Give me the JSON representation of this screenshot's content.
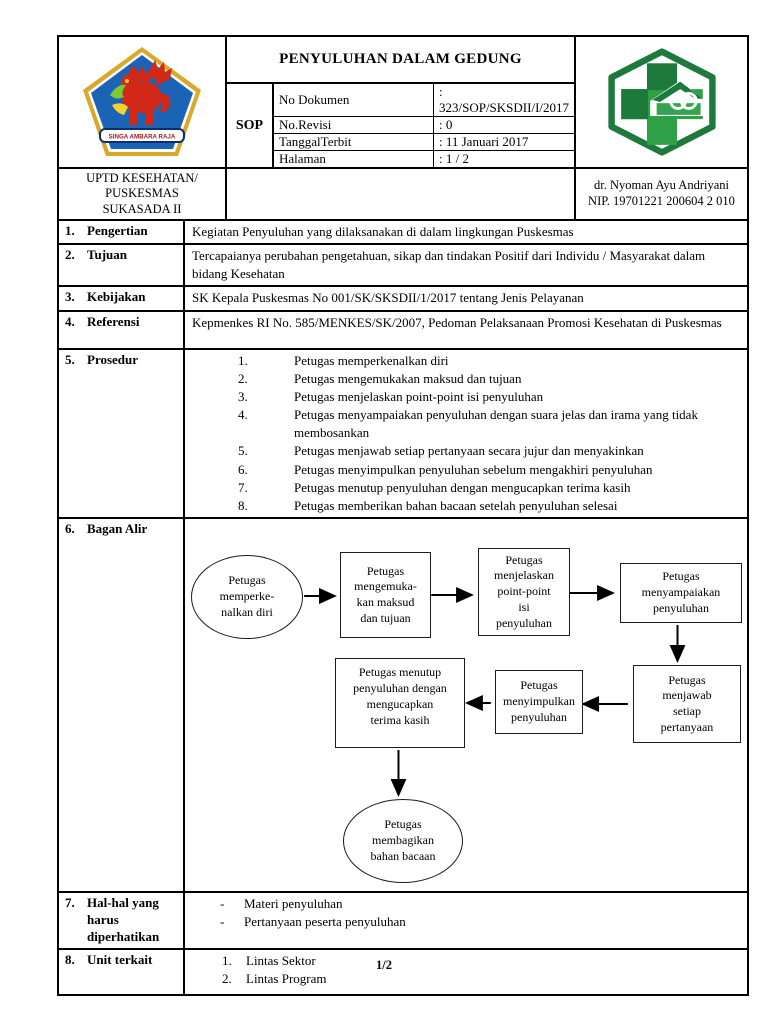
{
  "header": {
    "title": "PENYULUHAN DALAM GEDUNG",
    "sop_label": "SOP",
    "meta": [
      {
        "label": "No Dokumen",
        "value": ": 323/SOP/SKSDII/I/2017"
      },
      {
        "label": "No.Revisi",
        "value": ": 0"
      },
      {
        "label": "TanggalTerbit",
        "value": ": 11 Januari 2017"
      },
      {
        "label": "Halaman",
        "value": ": 1 / 2"
      }
    ],
    "organization": "UPTD KESEHATAN/\nPUSKESMAS\nSUKASADA II",
    "head_name": "dr. Nyoman Ayu Andriyani",
    "head_nip": "NIP. 19701221 200604 2 010",
    "left_logo_name": "singa-ambara-raja-regency-emblem",
    "left_logo_banner_text": "SINGA AMBARA RAJA",
    "right_logo_name": "puskesmas-health-logo"
  },
  "sections": [
    {
      "num": "1.",
      "label": "Pengertian",
      "text": "Kegiatan Penyuluhan yang dilaksanakan di dalam  lingkungan Puskesmas"
    },
    {
      "num": "2.",
      "label": "Tujuan",
      "text": "Tercapaianya  perubahan  pengetahuan, sikap dan tindakan Positif dari  Individu / Masyarakat dalam  bidang Kesehatan"
    },
    {
      "num": "3.",
      "label": "Kebijakan",
      "text": "SK Kepala Puskesmas No 001/SK/SKSDII/1/2017 tentang Jenis Pelayanan"
    },
    {
      "num": "4.",
      "label": "Referensi",
      "text": "Kepmenkes  RI No. 585/MENKES/SK/2007, Pedoman Pelaksanaan Promosi Kesehatan di Puskesmas"
    },
    {
      "num": "5.",
      "label": "Prosedur",
      "steps": [
        {
          "n": "1.",
          "t": "Petugas memperkenalkan diri"
        },
        {
          "n": "2.",
          "t": "Petugas mengemukakan maksud dan tujuan"
        },
        {
          "n": "3.",
          "t": "Petugas menjelaskan point-point isi penyuluhan"
        },
        {
          "n": "4.",
          "t": "Petugas menyampaiakan penyuluhan dengan suara jelas dan irama yang tidak membosankan"
        },
        {
          "n": "5.",
          "t": "Petugas menjawab setiap pertanyaan secara jujur dan menyakinkan"
        },
        {
          "n": "6.",
          "t": "Petugas menyimpulkan penyuluhan sebelum mengakhiri penyuluhan"
        },
        {
          "n": "7.",
          "t": "Petugas menutup penyuluhan dengan mengucapkan terima kasih"
        },
        {
          "n": "8.",
          "t": "Petugas memberikan bahan bacaan setelah penyuluhan selesai"
        }
      ]
    },
    {
      "num": "6.",
      "label": "Bagan Alir"
    },
    {
      "num": "7.",
      "label": "Hal-hal yang harus diperhatikan",
      "items": [
        {
          "n": "-",
          "t": "Materi penyuluhan"
        },
        {
          "n": "-",
          "t": "Pertanyaan peserta penyuluhan"
        }
      ]
    },
    {
      "num": "8.",
      "label": "Unit terkait",
      "items": [
        {
          "n": "1.",
          "t": "Lintas Sektor"
        },
        {
          "n": "2.",
          "t": "Lintas Program"
        }
      ]
    }
  ],
  "flowchart": {
    "start": "Petugas\nmemperke-\nnalkan diri",
    "maksud": "Petugas\nmengemuka-\nkan maksud\ndan tujuan",
    "point": "Petugas\nmenjelaskan\npoint-point\nisi\npenyuluhan",
    "sampaikan": "Petugas\nmenyampaiakan\npenyuluhan",
    "jawab": "Petugas\nmenjawab\nsetiap\npertanyaan",
    "simpulkan": "Petugas\nmenyimpulkan\npenyuluhan",
    "tutup": "Petugas menutup\npenyuluhan dengan\nmengucapkan\nterima kasih",
    "bagikan": "Petugas\nmembagikan\nbahan bacaan"
  },
  "footer": {
    "page_number": "1/2"
  },
  "colors": {
    "border": "#000000",
    "emblem_blue": "#1a63b5",
    "emblem_gold": "#d9a92c",
    "emblem_red": "#d22818",
    "banner_text_red": "#b01515",
    "logo_green_dark": "#1d7a3c",
    "logo_green": "#2fa047"
  }
}
